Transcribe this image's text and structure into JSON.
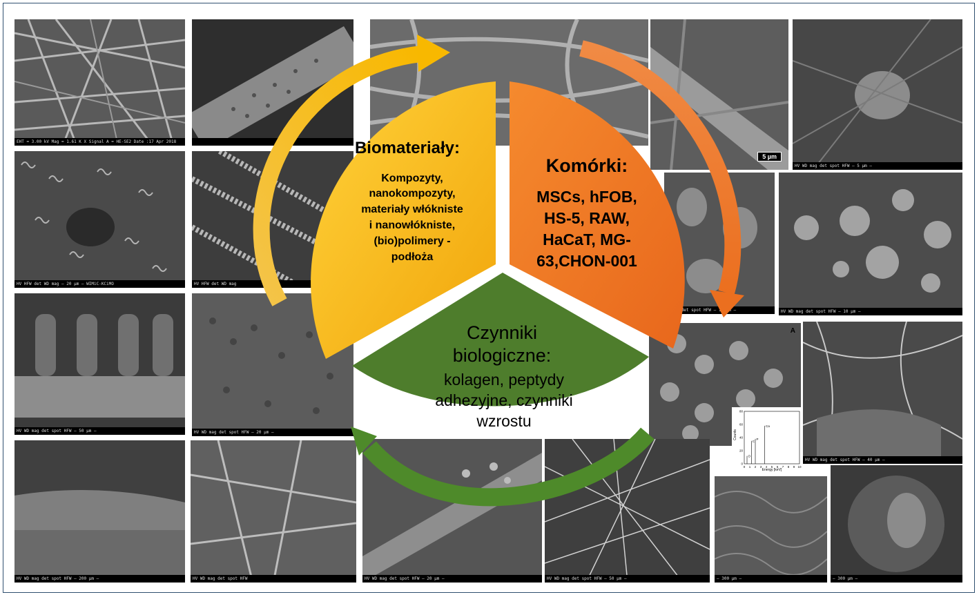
{
  "diagram": {
    "segments": [
      {
        "id": "biomaterials",
        "title": "Biomateriały:",
        "lines": [
          "Kompozyty,",
          "nanokompozyty,",
          "materiały włókniste",
          "i nanowłókniste,",
          "(bio)polimery -",
          "podłoża"
        ],
        "color": "#f2b70f",
        "arrow_color": "#f7c21a"
      },
      {
        "id": "cells",
        "title": "Komórki:",
        "lines": [
          "MSCs, hFOB,",
          "HS-5, RAW,",
          "HaCaT, MG-",
          "63,CHON-001"
        ],
        "color": "#ee7b2a",
        "arrow_color": "#ef7a2b"
      },
      {
        "id": "biological-factors",
        "title_lines": [
          "Czynniki",
          "biologiczne:"
        ],
        "lines": [
          "kolagen, peptydy",
          "adhezyjne, czynniki",
          "wzrostu"
        ],
        "color": "#4e7d2c",
        "arrow_color": "#4e8a2a"
      }
    ]
  },
  "micrographs": {
    "scale_label": "5 µm",
    "panel_letter": "A",
    "info_bars": [
      "EHT = 3.00 kV  Mag = 1.61 K X  Signal A = HE-SE2  Date :17 Apr 2018",
      "",
      "",
      "",
      "HV  WD  mag  det  spot  HFW  — 5 µm —",
      "HV  HFW  det  WD  mag  — 20 µm —  WIMiC-KCiMO",
      "HV  HFW  det  WD  mag",
      "HV  WD  det  spot  HFW  — 10 µm —",
      "HV  WD  mag  det  spot  HFW  — 10 µm —",
      "HV  WD  mag  det  spot  HFW  — 50 µm —",
      "HV  WD  mag  det  spot  HFW  — 20 µm —",
      "",
      "HV  WD  mag  det  spot  HFW  — 40 µm —",
      "HV  WD  mag  det  spot  HFW  — 200 µm —",
      "HV  WD  mag  det  spot  HFW",
      "HV  WD  mag  det  spot  HFW  — 20 µm —",
      "HV  WD  mag  det  spot  HFW  — 50 µm —",
      "— 300 µm —",
      "— 300 µm —"
    ]
  },
  "eds_chart": {
    "chart_data": {
      "type": "bar",
      "title": "",
      "xlabel": "Energy [keV]",
      "ylabel": "Counts",
      "xlim": [
        0,
        10
      ],
      "ylim": [
        0,
        80
      ],
      "x_ticks": [
        "0",
        "1",
        "2",
        "3",
        "4",
        "5",
        "6",
        "7",
        "8",
        "9",
        "10"
      ],
      "y_ticks": [
        "0",
        "20",
        "40",
        "60",
        "80"
      ],
      "peaks": [
        {
          "label": "O",
          "x": 0.5,
          "y": 12
        },
        {
          "label": "C",
          "x": 1.3,
          "y": 35
        },
        {
          "label": "P",
          "x": 2.0,
          "y": 38
        },
        {
          "label": "Ca",
          "x": 3.7,
          "y": 58
        }
      ]
    }
  }
}
